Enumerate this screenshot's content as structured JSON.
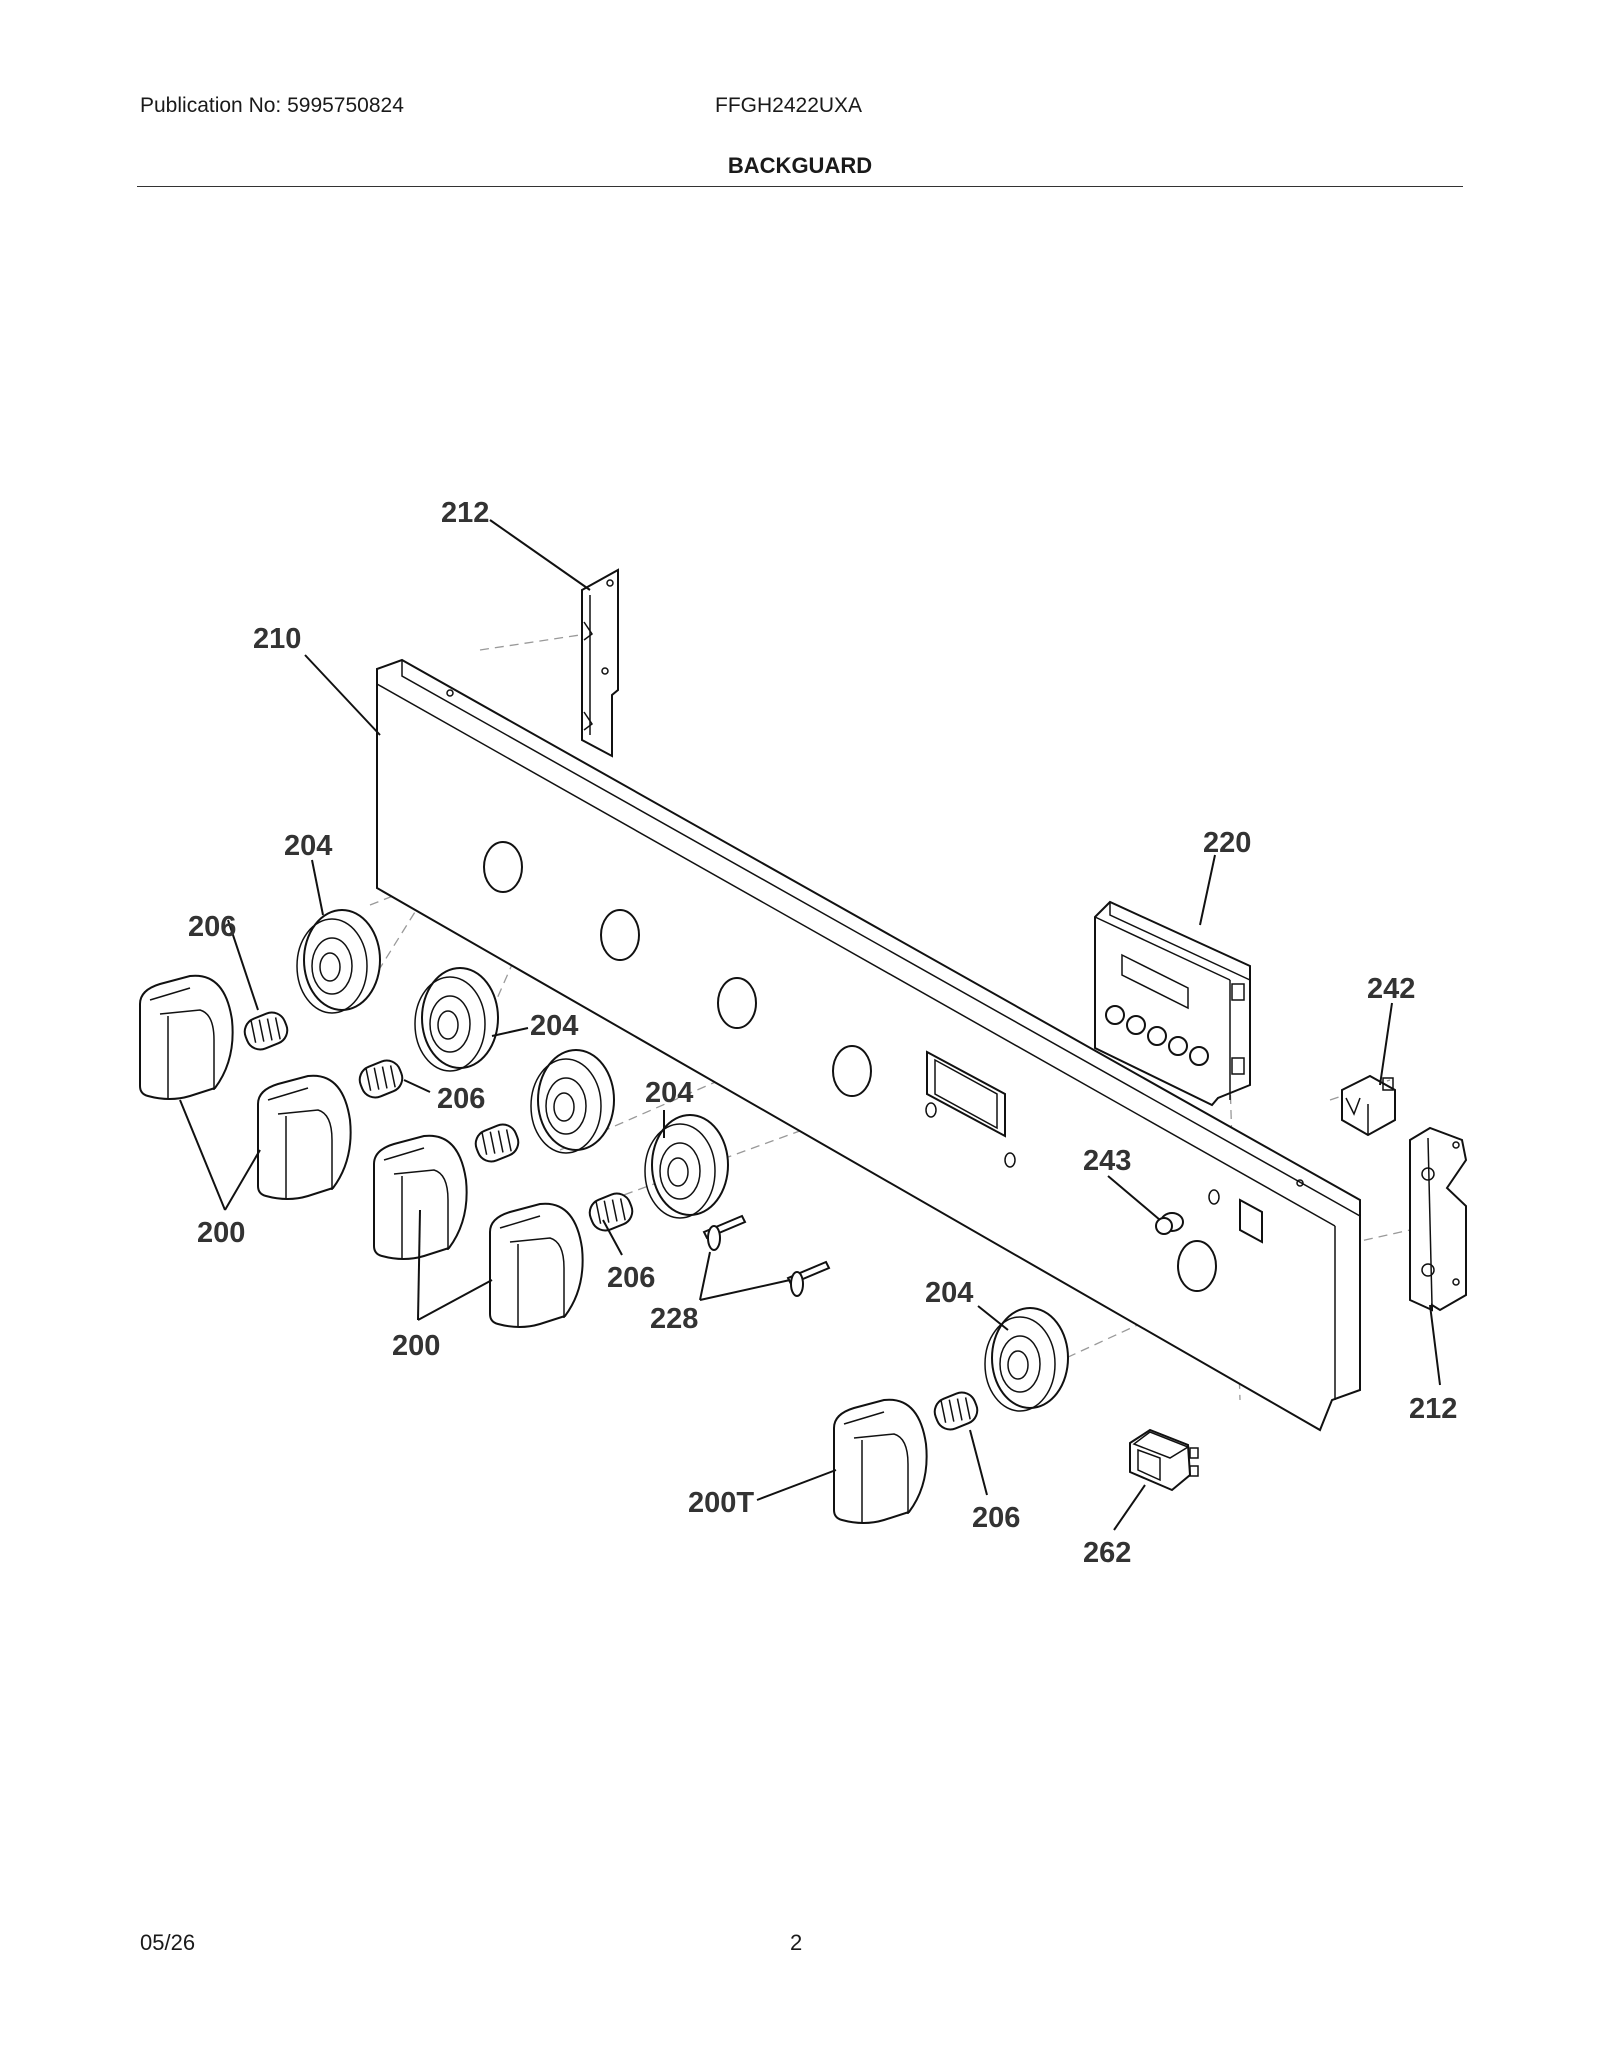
{
  "header": {
    "publication": "Publication No: 5995750824",
    "model": "FFGH2422UXA",
    "section_title": "BACKGUARD"
  },
  "footer": {
    "date": "05/26",
    "page": "2"
  },
  "callouts": {
    "c212_top": "212",
    "c210": "210",
    "c204_a": "204",
    "c206_a": "206",
    "c220": "220",
    "c242": "242",
    "c204_b": "204",
    "c206_b": "206",
    "c204_c": "204",
    "c243": "243",
    "c200_a": "200",
    "c206_c": "206",
    "c228": "228",
    "c200_b": "200",
    "c204_d": "204",
    "c212_right": "212",
    "c200T": "200T",
    "c206_d": "206",
    "c262": "262"
  }
}
